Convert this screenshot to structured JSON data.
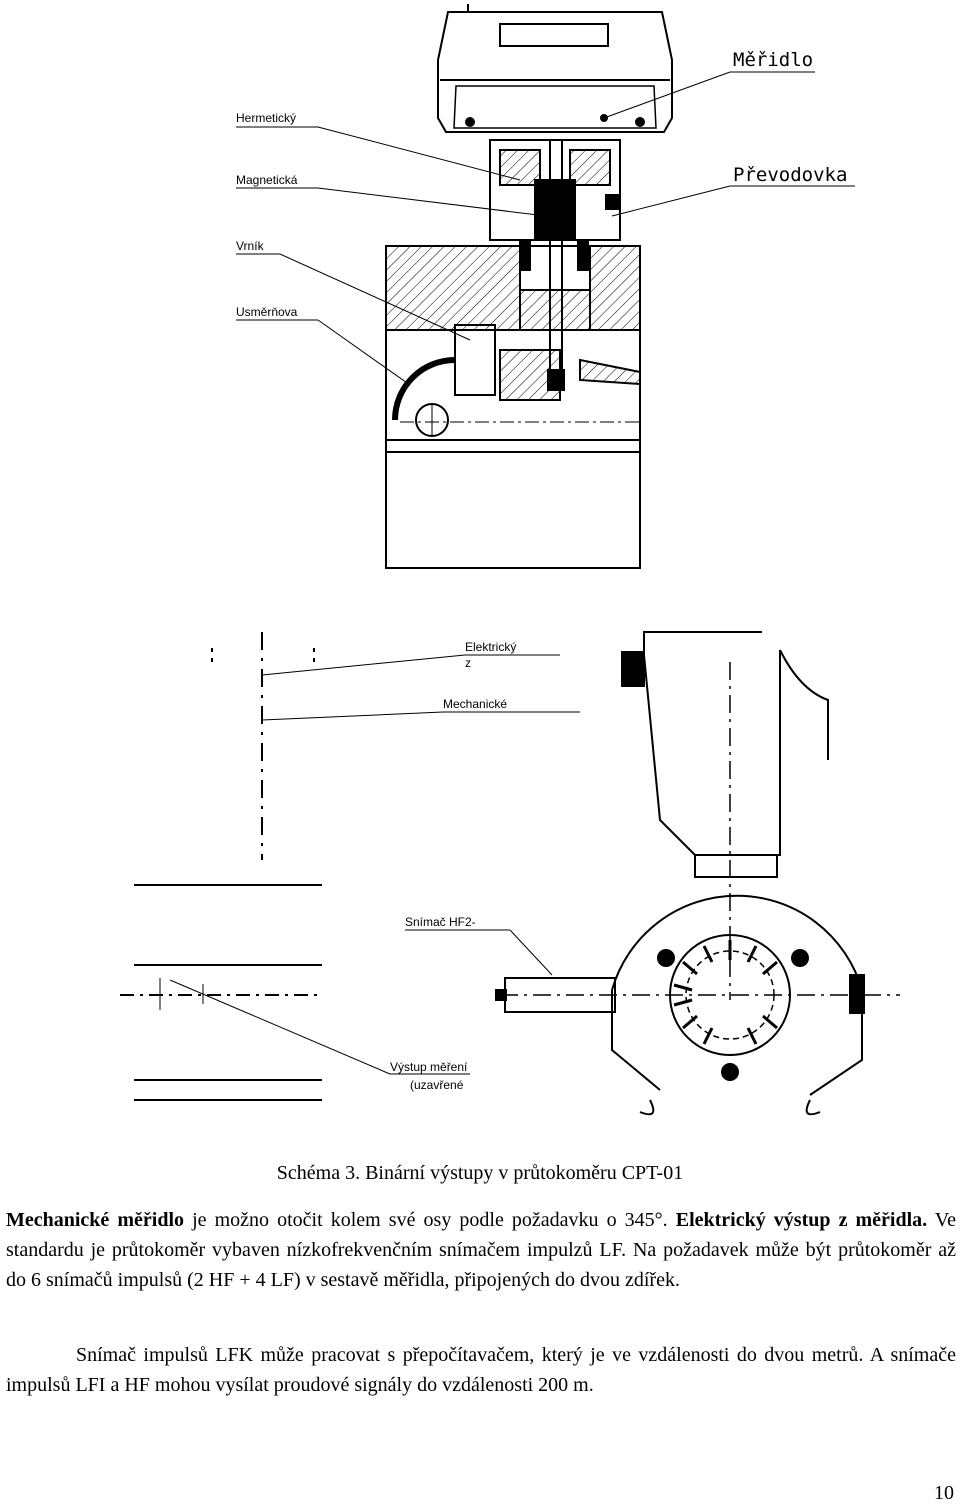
{
  "figure": {
    "labels": {
      "hermeticky": "Hermetický",
      "magneticka": "Magnetická",
      "vrnik": "Vrník",
      "usmernova": "Usměrňova",
      "meridlo": "Měřidlo",
      "prevodovka": "Převodovka",
      "elektricky": "Elektrický",
      "elektricky_z": "z",
      "mechanicke": "Mechanické",
      "snimac_hf2": "Snímač HF2-",
      "vystup_mereni": "Výstup měření",
      "uzavrene": "(uzavřené"
    }
  },
  "caption": "Schéma 3. Binární výstupy v průtokoměru CPT-01",
  "paragraph1": {
    "bold1": "Mechanické měřidlo",
    "text1": " je možno otočit kolem své osy podle požadavku o 345°. ",
    "bold2": "Elektrický výstup z měřidla.",
    "text2": " Ve standardu je průtokoměr vybaven nízkofrekvenčním snímačem impulzů LF. Na požadavek může být průtokoměr až do 6 snímačů impulsů (2 HF + 4 LF) v sestavě měřidla, připojených do dvou zdířek."
  },
  "paragraph2": "Snímač impulsů LFK může pracovat s přepočítavačem, který je ve vzdálenosti do dvou metrů. A snímače impulsů LFI a HF mohou vysílat proudové signály do vzdálenosti 200 m.",
  "page_number": "10"
}
